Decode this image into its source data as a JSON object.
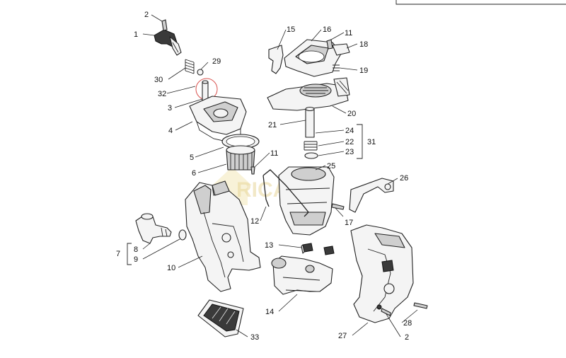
{
  "watermark": {
    "text": "RICAMBI"
  },
  "labels": [
    {
      "text": "1"
    },
    {
      "text": "2"
    },
    {
      "text": "30"
    },
    {
      "text": "29"
    },
    {
      "text": "32"
    },
    {
      "text": "3"
    },
    {
      "text": "4"
    },
    {
      "text": "5"
    },
    {
      "text": "6"
    },
    {
      "text": "11"
    },
    {
      "text": "12"
    },
    {
      "text": "7"
    },
    {
      "text": "8"
    },
    {
      "text": "9"
    },
    {
      "text": "10"
    },
    {
      "text": "15"
    },
    {
      "text": "16"
    },
    {
      "text": "11"
    },
    {
      "text": "18"
    },
    {
      "text": "19"
    },
    {
      "text": "20"
    },
    {
      "text": "21"
    },
    {
      "text": "24"
    },
    {
      "text": "22"
    },
    {
      "text": "23"
    },
    {
      "text": "31"
    },
    {
      "text": "25"
    },
    {
      "text": "26"
    },
    {
      "text": "17"
    },
    {
      "text": "13"
    },
    {
      "text": "14"
    },
    {
      "text": "27"
    },
    {
      "text": "2"
    },
    {
      "text": "28"
    },
    {
      "text": "33"
    }
  ]
}
